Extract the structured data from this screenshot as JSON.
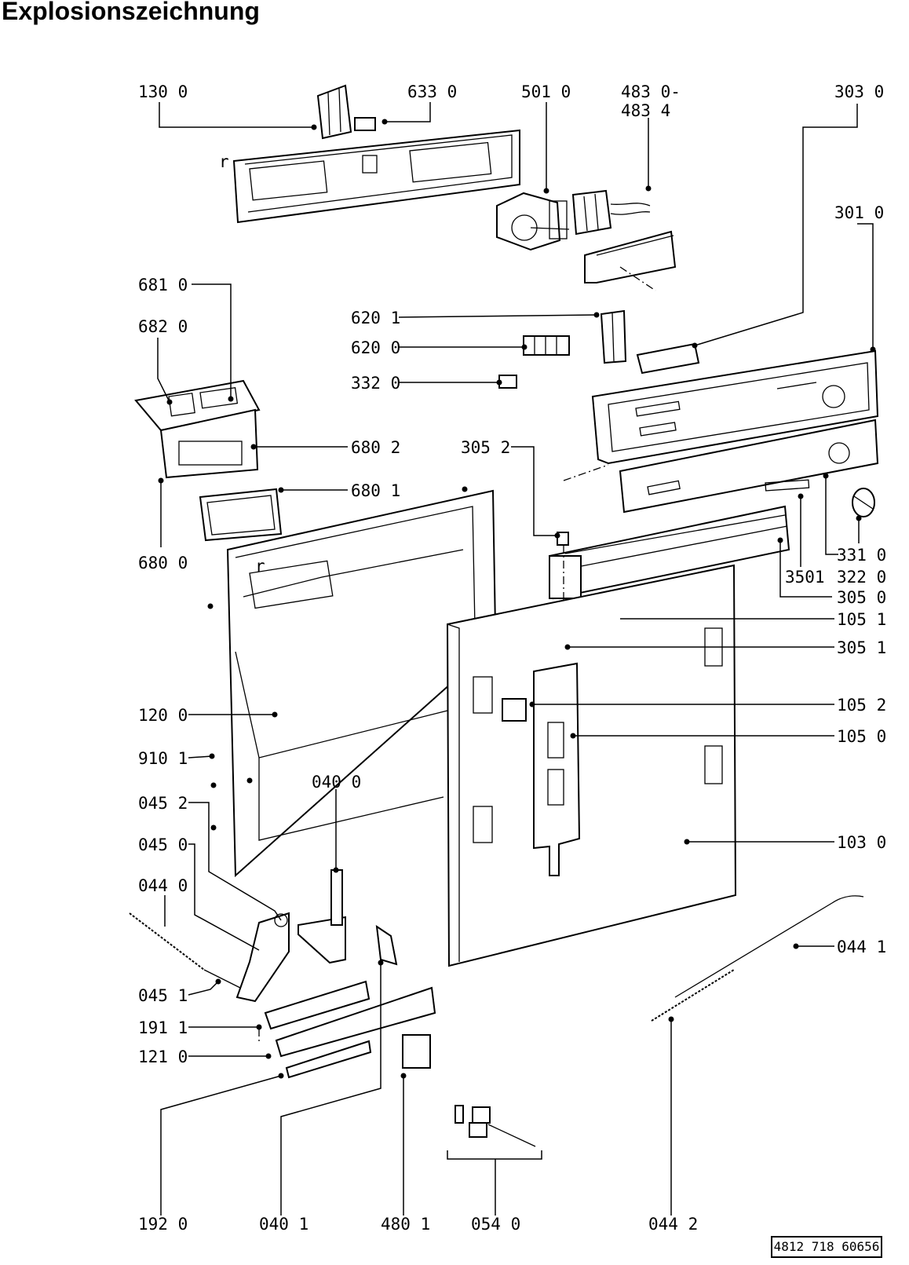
{
  "title": "Explosionszeichnung",
  "doc_number": "4812 718 60656",
  "labels": {
    "p1300": "130 0",
    "p6330": "633 0",
    "p5010": "501 0",
    "p4830": "483 0-",
    "p4834": "483 4",
    "p3030": "303 0",
    "p3010": "301 0",
    "p6810": "681 0",
    "p6820": "682 0",
    "p6201": "620 1",
    "p6200": "620 0",
    "p3320": "332 0",
    "p6802": "680 2",
    "p3052": "305 2",
    "p6801": "680 1",
    "p6800": "680 0",
    "p3310": "331 0",
    "p3501": "3501",
    "p3220": "322 0",
    "p3050": "305 0",
    "p1051": "105 1",
    "p3051": "305 1",
    "p1052": "105 2",
    "p1050": "105 0",
    "p1200": "120 0",
    "p9101": "910 1",
    "p0400": "040 0",
    "p0452": "045 2",
    "p0450": "045 0",
    "p1030": "103 0",
    "p0440": "044 0",
    "p0441": "044 1",
    "p0451": "045 1",
    "p1911": "191 1",
    "p1210": "121 0",
    "p1920": "192 0",
    "p0401": "040 1",
    "p4801": "480 1",
    "p0540": "054 0",
    "p0442": "044 2"
  }
}
